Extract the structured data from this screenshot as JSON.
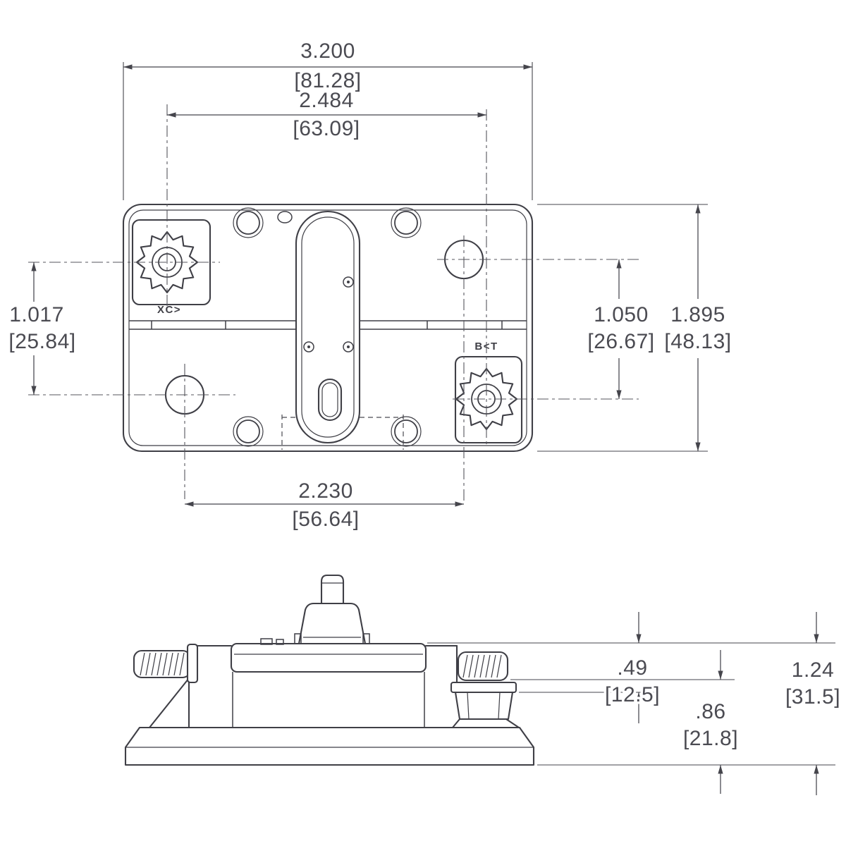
{
  "drawing": {
    "top_view": {
      "dims": {
        "overall_width": {
          "in": "3.200",
          "mm": "[81.28]"
        },
        "terminal_spacing": {
          "in": "2.484",
          "mm": "[63.09]"
        },
        "left_vertical_offset": {
          "in": "1.017",
          "mm": "[25.84]"
        },
        "right_vertical_offset": {
          "in": "1.050",
          "mm": "[26.67]"
        },
        "overall_depth": {
          "in": "1.895",
          "mm": "[48.13]"
        },
        "mounting_hole_spacing": {
          "in": "2.230",
          "mm": "[56.64]"
        }
      },
      "labels": {
        "left_terminal": "XC>",
        "right_terminal": "B<T"
      }
    },
    "side_view": {
      "dims": {
        "plate_to_stud_base": {
          "in": ".49",
          "mm": "[12.5]"
        },
        "stud_height": {
          "in": ".86",
          "mm": "[21.8]"
        },
        "overall_height": {
          "in": "1.24",
          "mm": "[31.5]"
        }
      }
    }
  }
}
